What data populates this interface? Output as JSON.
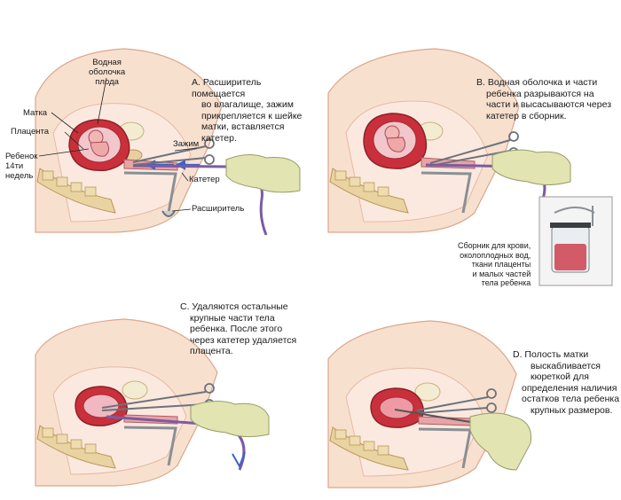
{
  "panelA": {
    "caption": [
      "А. Расширитель помещается",
      "во влагалище, зажим",
      "прикрепляется к шейке",
      "матки, вставляется катетер."
    ],
    "labels": {
      "amniotic": [
        "Водная",
        "оболочка",
        "плода"
      ],
      "uterus": "Матка",
      "placenta": "Плацента",
      "child": [
        "Ребенок",
        "14ти",
        "недель"
      ],
      "clamp": "Зажим",
      "catheter": "Катетер",
      "dilator": "Расширитель"
    }
  },
  "panelB": {
    "caption": [
      "В. Водная оболочка и части",
      "ребенка разрываются на",
      "части и высасываются через",
      "катетер в сборник."
    ],
    "collector": [
      "Сборник для крови,",
      "околоплодных вод,",
      "ткани плаценты",
      "и малых частей",
      "тела ребенка"
    ]
  },
  "panelC": {
    "caption": [
      "С. Удаляются остальные",
      "крупные части тела",
      "ребенка. После этого",
      "через катетер удаляется",
      "плацента."
    ]
  },
  "panelD": {
    "caption": [
      "D. Полость матки",
      "выскабливается",
      "кюреткой для",
      "определения наличия",
      "остатков тела ребенка",
      "крупных размеров."
    ]
  },
  "colors": {
    "skin": "#f6d9c6",
    "uterus": "#d23a45",
    "bone": "#e9d3a0",
    "glove": "#e2e4b2",
    "blue": "#3b62c9"
  }
}
